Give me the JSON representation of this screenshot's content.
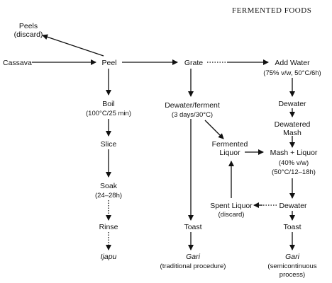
{
  "header": "FERMENTED FOODS",
  "nodes": {
    "peels": "Peels",
    "peels_sub": "(discard)",
    "cassava": "Cassava",
    "peel": "Peel",
    "grate": "Grate",
    "add_water": "Add Water",
    "add_water_sub": "(75% v/w, 50°C/6h)",
    "boil": "Boil",
    "boil_sub": "(100°C/25 min)",
    "dewater_ferment": "Dewater/ferment",
    "dewater_ferment_sub": "(3 days/30°C)",
    "dewater1": "Dewater",
    "dewatered": "Dewatered",
    "mash": "Mash",
    "slice": "Slice",
    "fermented": "Fermented",
    "liquor": "Liquor",
    "mash_liquor": "Mash + Liquor",
    "mash_liquor_sub1": "(40% v/w)",
    "mash_liquor_sub2": "(50°C/12–18h)",
    "soak": "Soak",
    "soak_sub": "(24–28h)",
    "spent_liquor": "Spent Liquor",
    "spent_liquor_sub": "(discard)",
    "dewater2": "Dewater",
    "rinse": "Rinse",
    "toast1": "Toast",
    "toast2": "Toast",
    "ijapu": "Ijapu",
    "gari1": "Gari",
    "gari1_sub": "(traditional procedure)",
    "gari2": "Gari",
    "gari2_sub1": "(semicontinuous",
    "gari2_sub2": "process)"
  }
}
